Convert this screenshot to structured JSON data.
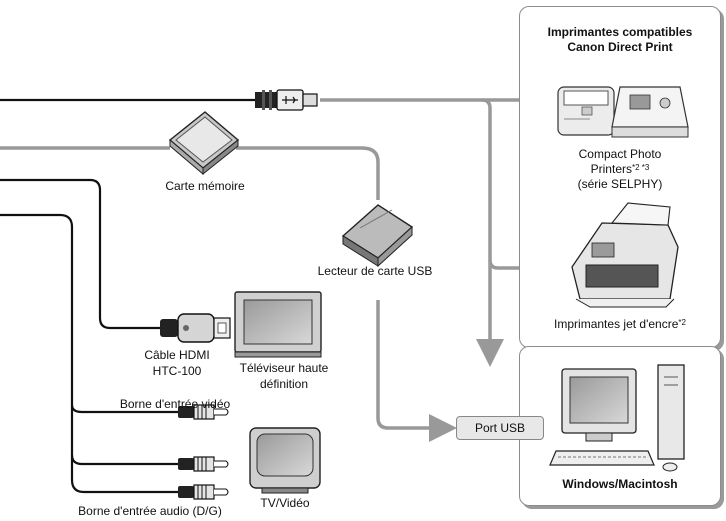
{
  "printers_panel": {
    "title_line1": "Imprimantes compatibles",
    "title_line2": "Canon Direct Print",
    "compact_line1": "Compact Photo",
    "compact_line2": "Printers",
    "compact_sup": "*2 *3",
    "compact_line3": "(série SELPHY)",
    "inkjet": "Imprimantes jet d'encre",
    "inkjet_sup": "*2"
  },
  "computer_panel": {
    "label": "Windows/Macintosh"
  },
  "labels": {
    "memory_card": "Carte mémoire",
    "card_reader": "Lecteur de carte USB",
    "hdmi_line1": "Câble HDMI",
    "hdmi_line2": "HTC-100",
    "hdtv_line1": "Téléviseur haute",
    "hdtv_line2": "définition",
    "video_in": "Borne d'entrée vidéo",
    "audio_in": "Borne d'entrée audio (D/G)",
    "tv_video": "TV/Vidéo",
    "usb_port": "Port USB"
  }
}
